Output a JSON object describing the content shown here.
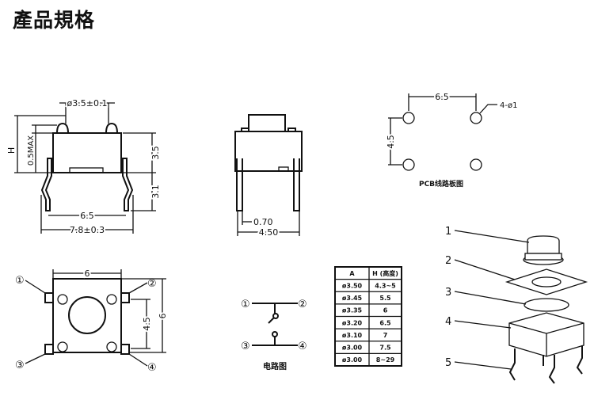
{
  "title": "產品規格",
  "side_view": {
    "diameter": "ø3.5±0.1",
    "height": "H",
    "max": "0.5MAX",
    "body_height": "3.5",
    "leg_height": "3.1",
    "pitch": "6.5",
    "width": "7.8±0.3"
  },
  "front_view": {
    "leg_width": "0.70",
    "width": "4.50"
  },
  "pcb": {
    "pitch_x": "6.5",
    "pitch_y": "4.5",
    "holes": "4-ø1",
    "caption": "PCB线路板图"
  },
  "top_view": {
    "width": "6",
    "pitch_y": "4.5",
    "height": "6",
    "pins": [
      "①",
      "②",
      "③",
      "④"
    ]
  },
  "circuit": {
    "pins": [
      "①",
      "②",
      "③",
      "④"
    ],
    "caption": "电路图"
  },
  "table": {
    "headers": [
      "A",
      "H (高度)"
    ],
    "rows": [
      [
        "ø3.50",
        "4.3~5"
      ],
      [
        "ø3.45",
        "5.5"
      ],
      [
        "ø3.35",
        "6"
      ],
      [
        "ø3.20",
        "6.5"
      ],
      [
        "ø3.10",
        "7"
      ],
      [
        "ø3.00",
        "7.5"
      ],
      [
        "ø3.00",
        "8~29"
      ]
    ]
  },
  "exploded": {
    "labels": [
      "1",
      "2",
      "3",
      "4",
      "5"
    ]
  }
}
